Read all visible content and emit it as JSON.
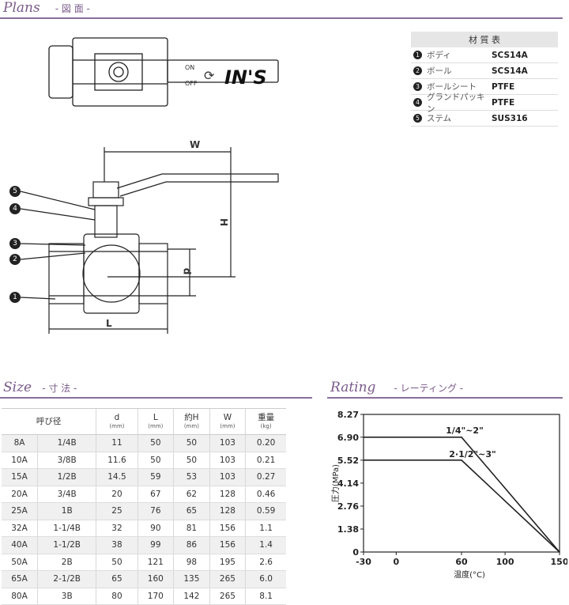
{
  "plans": {
    "title": "Plans",
    "subtitle": "- 図 面 -"
  },
  "top_view": {
    "on_label": "ON",
    "off_label": "OFF",
    "brand": "IN'S"
  },
  "dimensions": {
    "w": "W",
    "h": "H",
    "d": "d",
    "l": "L"
  },
  "callouts": [
    "5",
    "4",
    "3",
    "2",
    "1"
  ],
  "materials": {
    "header": "材 質 表",
    "items": [
      {
        "num": "1",
        "part": "ボディ",
        "material": "SCS14A"
      },
      {
        "num": "2",
        "part": "ボール",
        "material": "SCS14A"
      },
      {
        "num": "3",
        "part": "ボールシート",
        "material": "PTFE"
      },
      {
        "num": "4",
        "part": "グランドパッキン",
        "material": "PTFE"
      },
      {
        "num": "5",
        "part": "ステム",
        "material": "SUS316"
      }
    ]
  },
  "size": {
    "title": "Size",
    "subtitle": "- 寸 法 -",
    "headers": [
      {
        "label": "呼び径",
        "unit": ""
      },
      {
        "label": "d",
        "unit": "(mm)"
      },
      {
        "label": "L",
        "unit": "(mm)"
      },
      {
        "label": "約H",
        "unit": "(mm)"
      },
      {
        "label": "W",
        "unit": "(mm)"
      },
      {
        "label": "重量",
        "unit": "(kg)"
      }
    ],
    "rows": [
      [
        "8A",
        "1/4B",
        "11",
        "50",
        "50",
        "103",
        "0.20"
      ],
      [
        "10A",
        "3/8B",
        "11.6",
        "50",
        "50",
        "103",
        "0.21"
      ],
      [
        "15A",
        "1/2B",
        "14.5",
        "59",
        "53",
        "103",
        "0.27"
      ],
      [
        "20A",
        "3/4B",
        "20",
        "67",
        "62",
        "128",
        "0.46"
      ],
      [
        "25A",
        "1B",
        "25",
        "76",
        "65",
        "128",
        "0.59"
      ],
      [
        "32A",
        "1-1/4B",
        "32",
        "90",
        "81",
        "156",
        "1.1"
      ],
      [
        "40A",
        "1-1/2B",
        "38",
        "99",
        "86",
        "156",
        "1.4"
      ],
      [
        "50A",
        "2B",
        "50",
        "121",
        "98",
        "195",
        "2.6"
      ],
      [
        "65A",
        "2-1/2B",
        "65",
        "160",
        "135",
        "265",
        "6.0"
      ],
      [
        "80A",
        "3B",
        "80",
        "170",
        "142",
        "265",
        "8.1"
      ]
    ]
  },
  "rating": {
    "title": "Rating",
    "subtitle": "- レーティング -",
    "ylabel": "圧力(MPa)",
    "xlabel": "温度(°C)",
    "yticks": [
      "8.27",
      "6.90",
      "5.52",
      "4.14",
      "2.76",
      "1.38",
      "0"
    ],
    "xticks": [
      "-30",
      "0",
      "60",
      "100",
      "150"
    ],
    "colors": {
      "line": "#222222",
      "accent": "#7a5a8a"
    }
  },
  "chart_data": {
    "type": "line",
    "xlabel": "温度(°C)",
    "ylabel": "圧力(MPa)",
    "xlim": [
      -30,
      150
    ],
    "ylim": [
      0,
      8.27
    ],
    "grid": false,
    "series": [
      {
        "name": "1/4\"~2\"",
        "x": [
          -30,
          60,
          150
        ],
        "y": [
          6.9,
          6.9,
          0
        ]
      },
      {
        "name": "2·1/2\"~3\"",
        "x": [
          -30,
          60,
          150
        ],
        "y": [
          5.52,
          5.52,
          0
        ]
      }
    ]
  }
}
